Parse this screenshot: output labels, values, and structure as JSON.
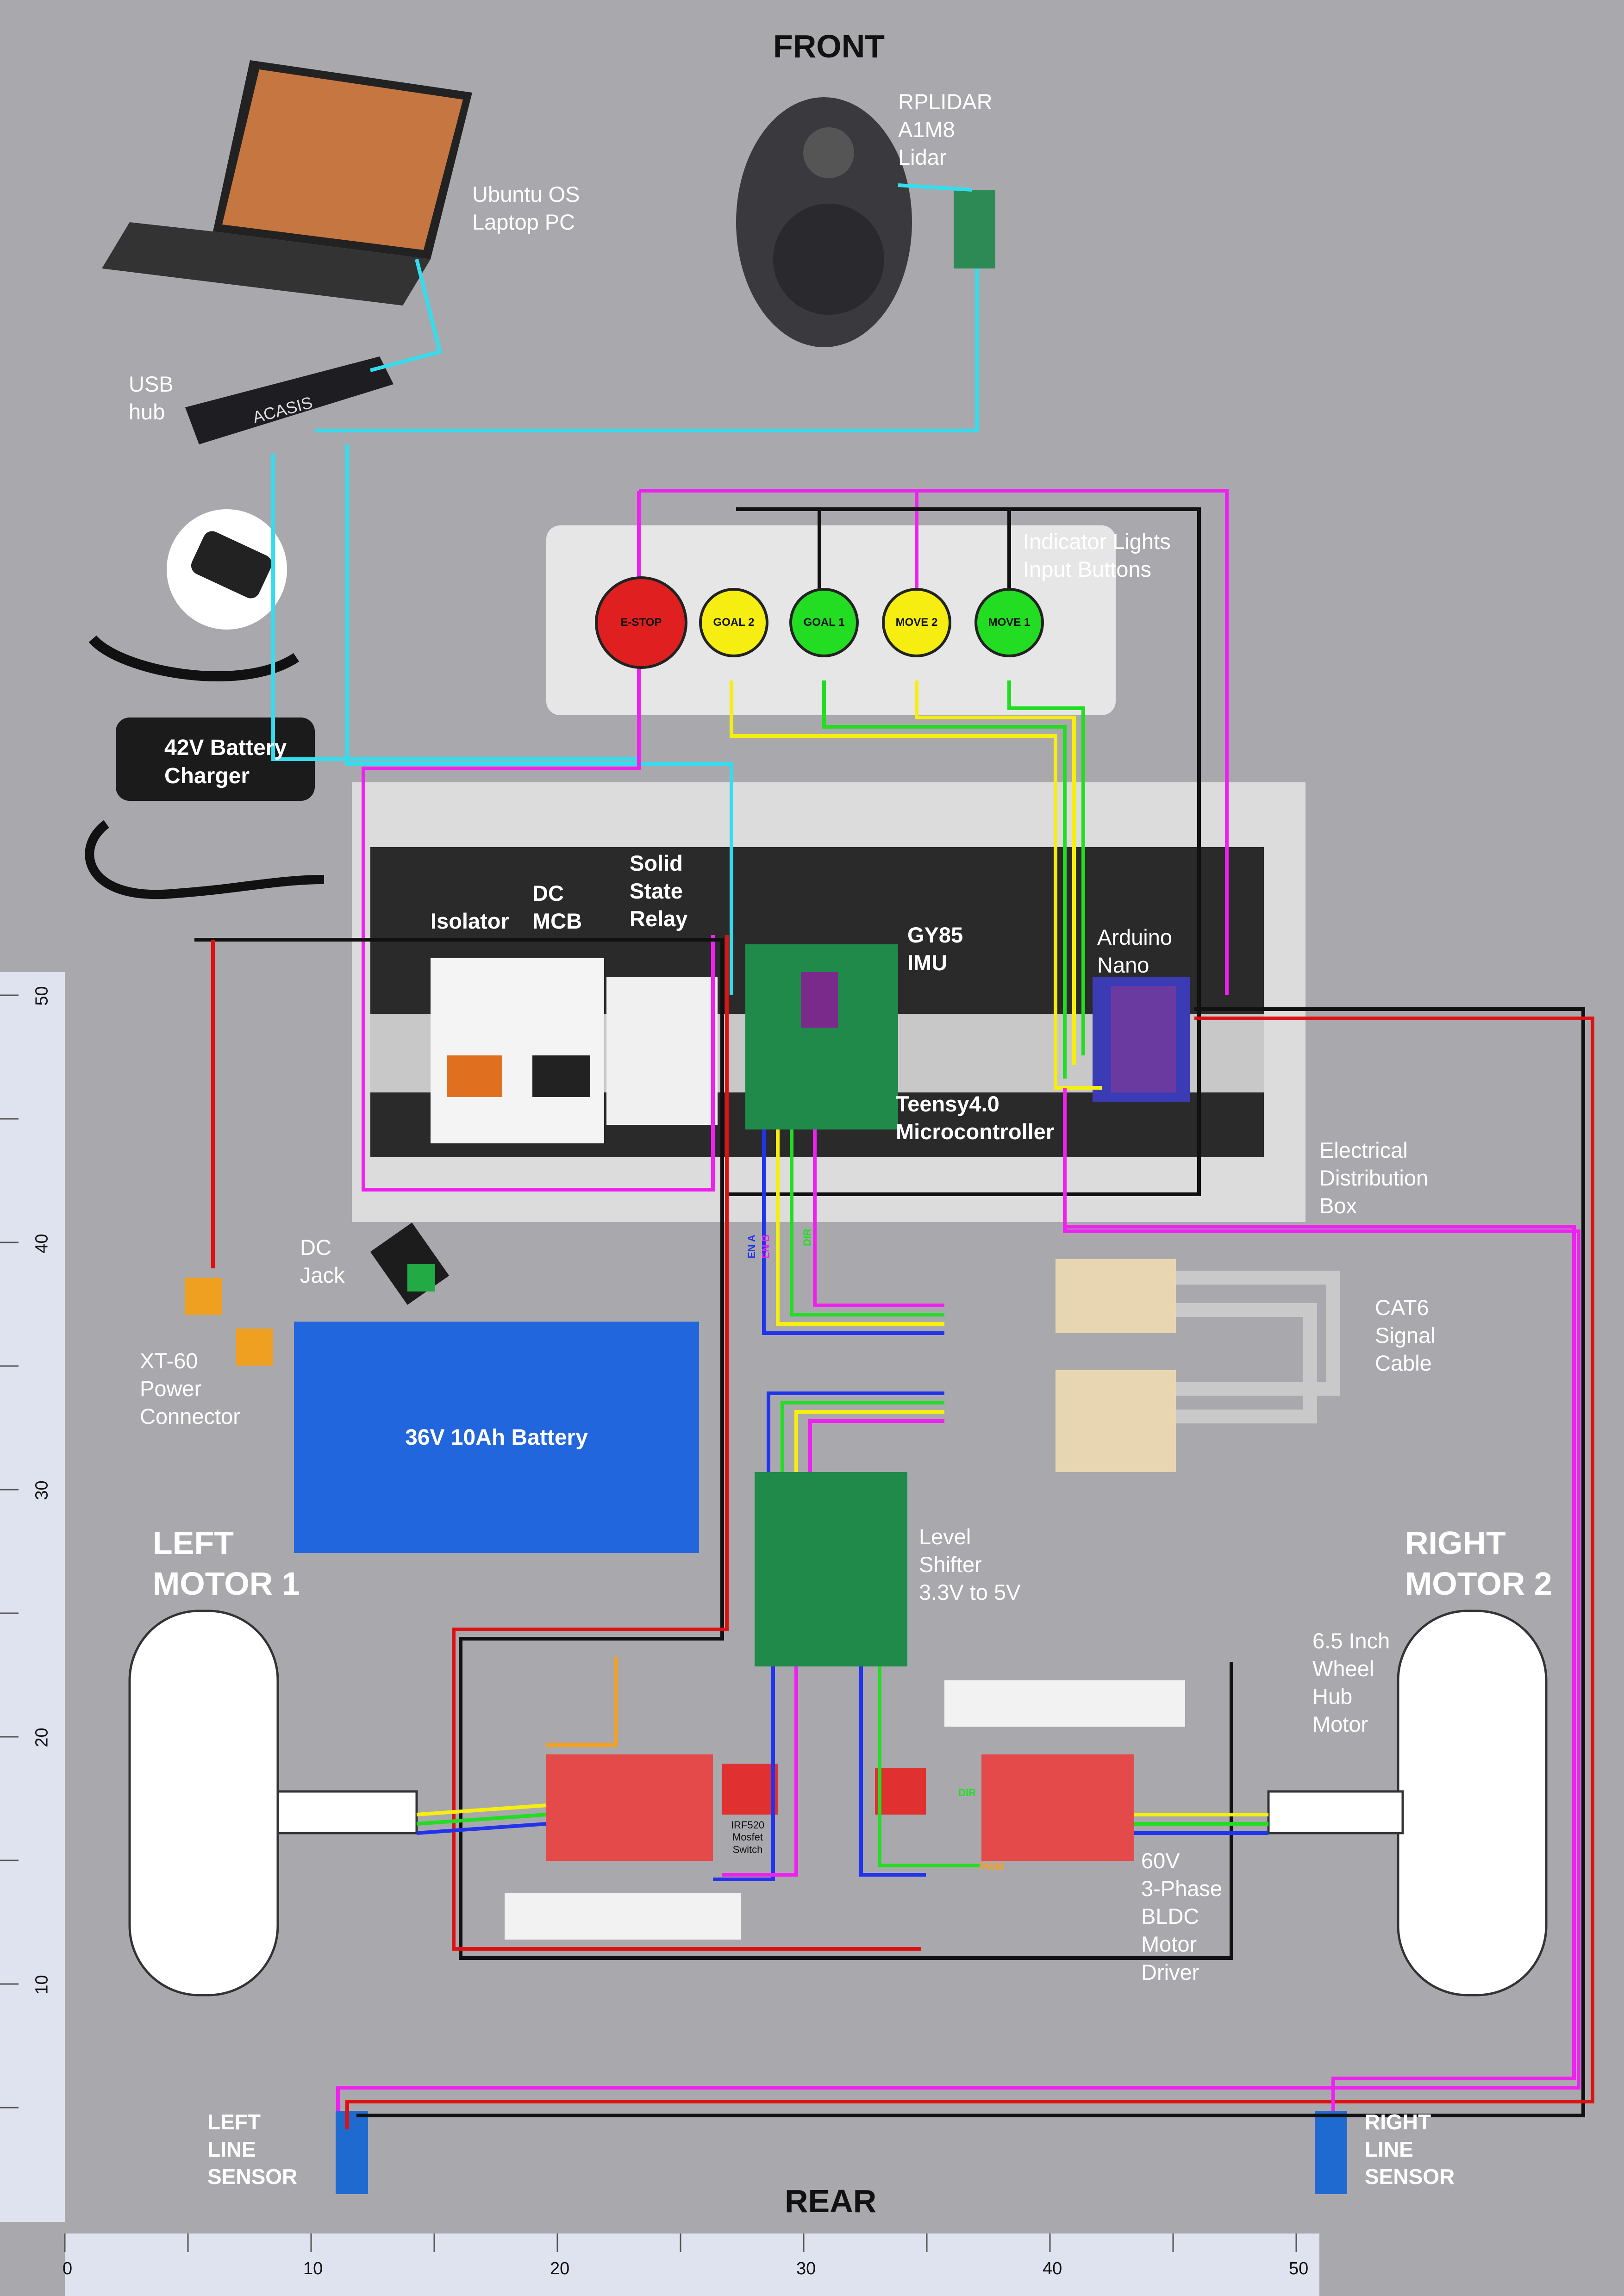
{
  "orientation": {
    "front": "FRONT",
    "rear": "REAR"
  },
  "components": {
    "laptop": "Ubuntu OS\nLaptop PC",
    "usb_hub": "USB\nhub",
    "lidar": "RPLIDAR\nA1M8\nLidar",
    "indicators": "Indicator Lights\nInput Buttons",
    "charger": "42V Battery\nCharger",
    "isolator": "Isolator",
    "dc_mcb": "DC\nMCB",
    "ssr": "Solid\nState\nRelay",
    "imu": "GY85\nIMU",
    "arduino": "Arduino\nNano",
    "teensy": "Teensy4.0\nMicrocontroller",
    "dist_box": "Electrical\nDistribution\nBox",
    "dc_jack": "DC\nJack",
    "xt60": "XT-60\nPower\nConnector",
    "battery": "36V 10Ah Battery",
    "cat6": "CAT6\nSignal\nCable",
    "level_shifter": "Level\nShifter\n3.3V to 5V",
    "left_motor": "LEFT\nMOTOR 1",
    "right_motor": "RIGHT\nMOTOR 2",
    "hub_motor": "6.5 Inch\nWheel\nHub\nMotor",
    "driver": "60V\n3-Phase\nBLDC\nMotor\nDriver",
    "mosfet": "IRF520\nMosfet\nSwitch",
    "left_sensor": "LEFT\nLINE\nSENSOR",
    "right_sensor": "RIGHT\nLINE\nSENSOR"
  },
  "buttons": [
    {
      "label": "E-STOP",
      "color": "#e02020"
    },
    {
      "label": "GOAL 2",
      "color": "#f5ee10"
    },
    {
      "label": "GOAL 1",
      "color": "#22dd22"
    },
    {
      "label": "MOVE 2",
      "color": "#f5ee10"
    },
    {
      "label": "MOVE 1",
      "color": "#22dd22"
    }
  ],
  "pin_tags": {
    "en_a": "EN A",
    "en_b": "EN B",
    "dir": "DIR",
    "pwm": "PWM",
    "dir2": "DIR"
  },
  "ruler": {
    "vertical": [
      "50",
      "40",
      "30",
      "20",
      "10"
    ],
    "horizontal": [
      "0",
      "10",
      "20",
      "30",
      "40",
      "50"
    ]
  },
  "wire_colors": {
    "usb": "#33ddee",
    "magenta": "#ee22ee",
    "red": "#dd1111",
    "black": "#111111",
    "yellow": "#f5ee10",
    "green": "#22dd22",
    "blue": "#2233ee",
    "orange": "#f5a020"
  }
}
